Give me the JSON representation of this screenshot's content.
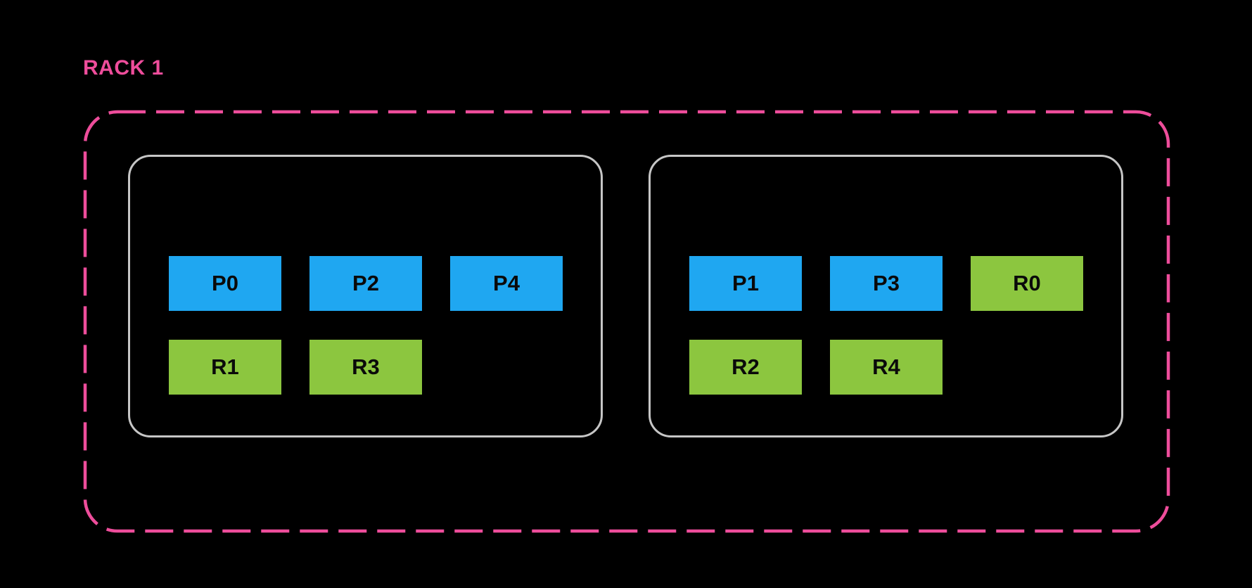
{
  "colors": {
    "background": "#000000",
    "rack-border": "#EE4D9B",
    "rack-label": "#EE4D9B",
    "node-border": "#C6C6C6",
    "primary": "#1FA7F1",
    "replica": "#8CC63F",
    "box-text": "#0A0A0A"
  },
  "rack": {
    "label": "RACK 1",
    "nodes": [
      {
        "name": "node-left",
        "boxes": [
          {
            "label": "P0",
            "type": "primary"
          },
          {
            "label": "P2",
            "type": "primary"
          },
          {
            "label": "P4",
            "type": "primary"
          },
          {
            "label": "R1",
            "type": "replica"
          },
          {
            "label": "R3",
            "type": "replica"
          }
        ]
      },
      {
        "name": "node-right",
        "boxes": [
          {
            "label": "P1",
            "type": "primary"
          },
          {
            "label": "P3",
            "type": "primary"
          },
          {
            "label": "R0",
            "type": "replica"
          },
          {
            "label": "R2",
            "type": "replica"
          },
          {
            "label": "R4",
            "type": "replica"
          }
        ]
      }
    ]
  }
}
